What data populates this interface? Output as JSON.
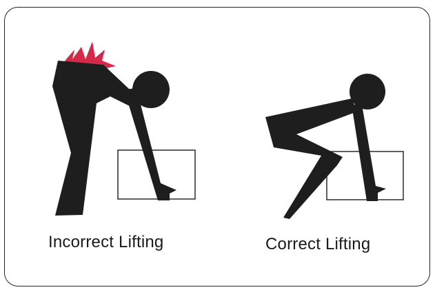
{
  "panels": {
    "left": {
      "caption": "Incorrect Lifting",
      "pain_burst_color": "#d6294a",
      "icon": "incorrect-lifting-figure"
    },
    "right": {
      "caption": "Correct Lifting",
      "icon": "correct-lifting-figure"
    }
  },
  "colors": {
    "figure": "#1e1e1e",
    "box_outline": "#2a2a2a",
    "border": "#222222"
  }
}
